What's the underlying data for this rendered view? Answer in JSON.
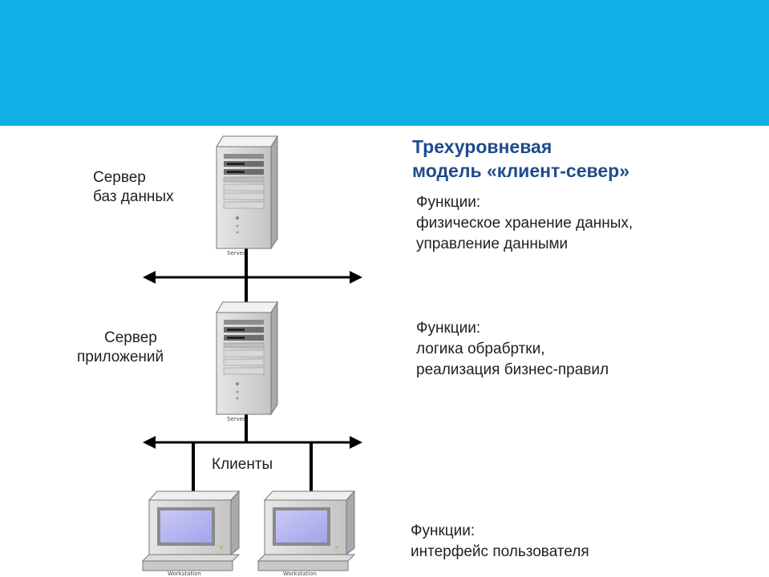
{
  "colors": {
    "banner": "#12aee8",
    "title": "#1f4b8c",
    "text": "#1f1f1f"
  },
  "title": {
    "line1": "Трехуровневая",
    "line2": "модель «клиент-север»"
  },
  "tiers": {
    "db_server": {
      "label_line1": "Сервер",
      "label_line2": "баз данных",
      "device_caption": "Server",
      "functions_heading": "Функции:",
      "functions_line1": "физическое хранение данных,",
      "functions_line2": "управление данными"
    },
    "app_server": {
      "label_line1": "Сервер",
      "label_line2": "приложений",
      "device_caption": "Server",
      "functions_heading": "Функции:",
      "functions_line1": "логика обрабртки,",
      "functions_line2": "реализация бизнес-правил"
    },
    "clients": {
      "label": "Клиенты",
      "device_caption_1": "Workstation",
      "device_caption_2": "Workstation",
      "functions_heading": "Функции:",
      "functions_line1": "интерфейс пользователя"
    }
  }
}
